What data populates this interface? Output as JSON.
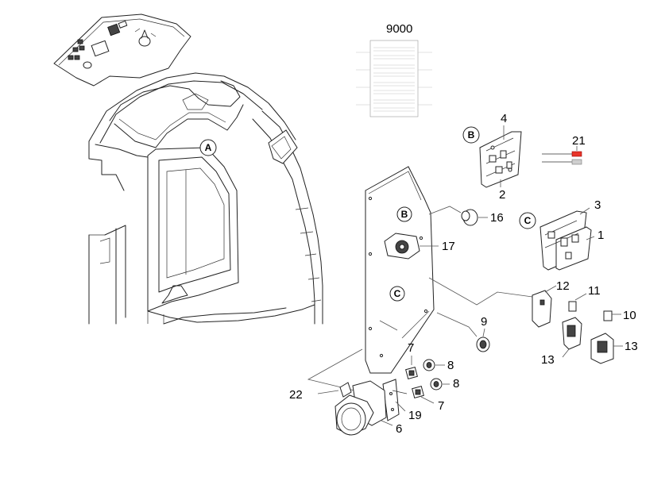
{
  "drawing": {
    "list_number": "9000",
    "detail_letters": {
      "a": "A",
      "b_plate": "B",
      "b_board": "B",
      "c_plate": "C",
      "c_board": "C"
    },
    "parts": {
      "p1": "1",
      "p2": "2",
      "p3": "3",
      "p4": "4",
      "p6": "6",
      "p7_upper": "7",
      "p7_lower": "7",
      "p8_upper": "8",
      "p8_lower": "8",
      "p9": "9",
      "p10": "10",
      "p11": "11",
      "p12": "12",
      "p13_left": "13",
      "p13_right": "13",
      "p16": "16",
      "p17": "17",
      "p19": "19",
      "p21": "21",
      "p22": "22"
    }
  }
}
